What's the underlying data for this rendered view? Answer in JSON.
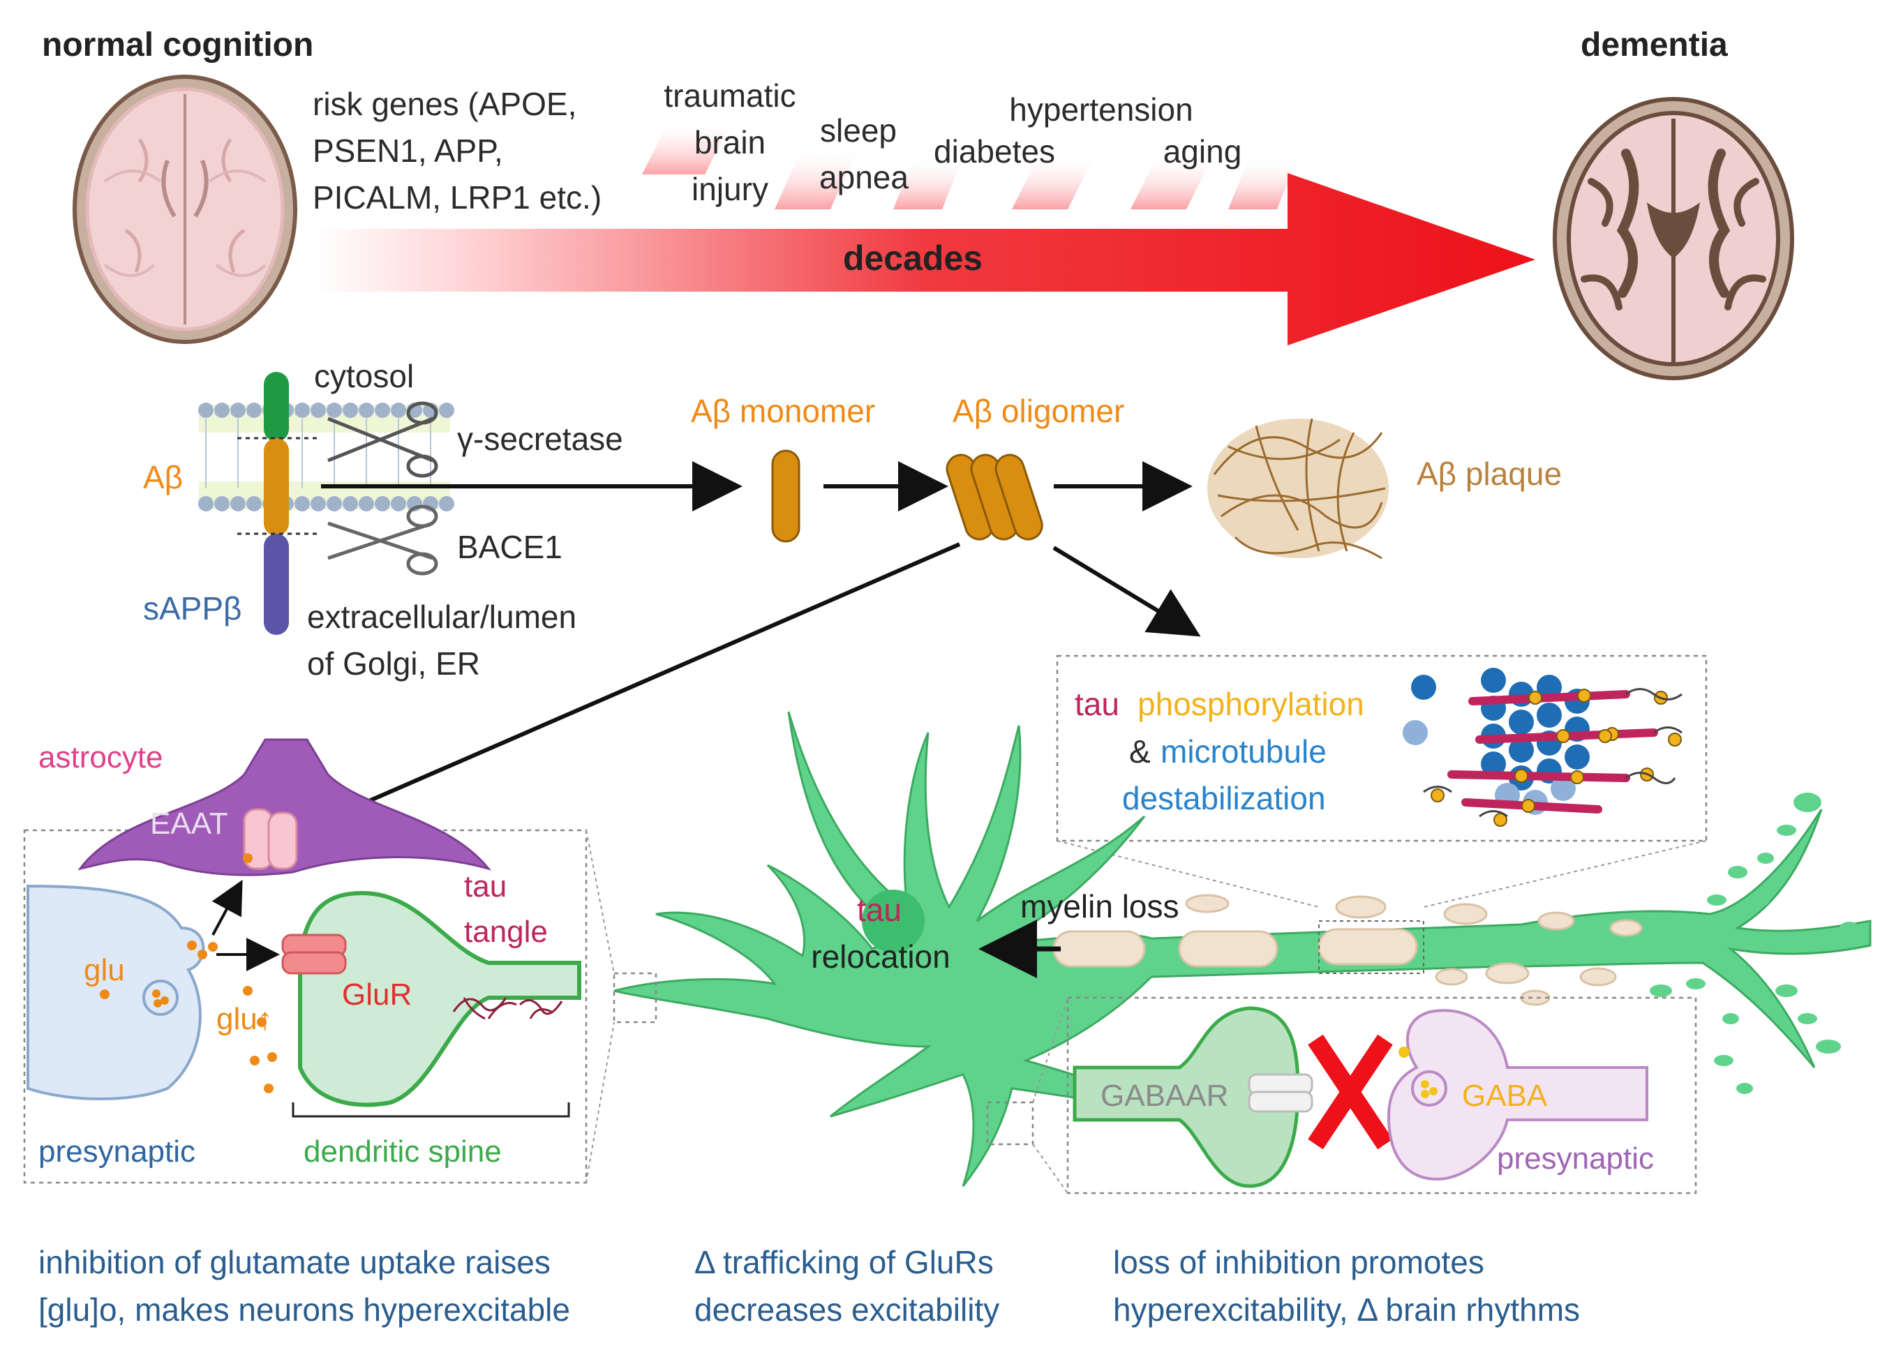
{
  "top": {
    "normal_cognition": "normal cognition",
    "dementia": "dementia",
    "risk_genes": [
      "risk genes (APOE,",
      "PSEN1, APP,",
      "PICALM, LRP1 etc.)"
    ],
    "traumatic_brain_injury": [
      "traumatic",
      "brain",
      "injury"
    ],
    "sleep_apnea": [
      "sleep",
      "apnea"
    ],
    "hypertension": "hypertension",
    "diabetes": "diabetes",
    "aging": "aging",
    "decades": "decades"
  },
  "amyloid": {
    "cytosol": "cytosol",
    "gamma_secretase": "γ-secretase",
    "bace1": "BACE1",
    "abeta": "Aβ",
    "sappb": "sAPPβ",
    "extracellular": [
      "extracellular/lumen",
      "of Golgi, ER"
    ],
    "monomer": "Aβ monomer",
    "oligomer": "Aβ oligomer",
    "plaque": "Aβ plaque"
  },
  "tau_box": {
    "tau": "tau",
    "phosphorylation": "phosphorylation",
    "amp": "&",
    "microtubule": "microtubule",
    "destabilization": "destabilization"
  },
  "synapse_left": {
    "astrocyte": "astrocyte",
    "eaat": "EAAT",
    "tau_tangle": [
      "tau",
      "tangle"
    ],
    "glu": "glu",
    "glu_up": "glu↑",
    "glur": "GluR",
    "presynaptic": "presynaptic",
    "dendritic_spine": "dendritic spine"
  },
  "neuron": {
    "tau_relocation": [
      "tau",
      "relocation"
    ],
    "myelin_loss": "myelin loss"
  },
  "synapse_right": {
    "gabaar": "GABAAR",
    "gaba": "GABA",
    "presynaptic": "presynaptic"
  },
  "captions": {
    "left": [
      "inhibition of glutamate uptake raises",
      "[glu]o, makes neurons hyperexcitable"
    ],
    "middle": [
      "Δ trafficking of GluRs",
      "decreases excitability"
    ],
    "right": [
      "loss of inhibition promotes",
      "hyperexcitability, Δ brain rhythms"
    ]
  },
  "colors": {
    "arrow_red": "#f0141e",
    "abeta_orange": "#ef8a17",
    "sappb_blue": "#3c6aa6",
    "tau_magenta": "#c0245d",
    "phospho_yellow": "#f2b21b",
    "microtubule_blue": "#2a83c9",
    "astrocyte_pink": "#e0408a",
    "neuron_green": "#5fd38c",
    "spine_green": "#3caa4a",
    "presyn_blue": "#2f66a0",
    "presyn_purple": "#a064b4",
    "caption_blue": "#2a5d8e"
  }
}
